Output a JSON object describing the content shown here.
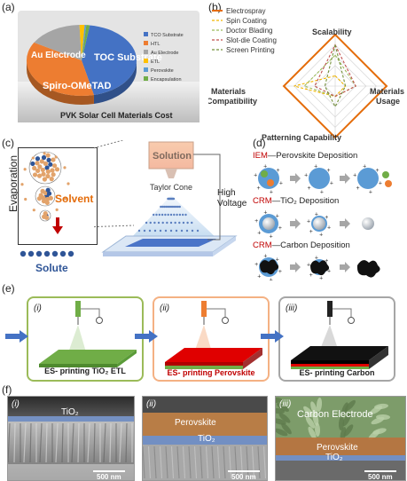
{
  "panels": {
    "a": {
      "label": "(a)",
      "chart_data": {
        "type": "pie",
        "title": "PVK Solar Cell Materials Cost",
        "slices": [
          {
            "name": "TCO Substrate",
            "value": 44,
            "color": "#4472c4"
          },
          {
            "name": "HTL",
            "value": 37,
            "color": "#ed7d31"
          },
          {
            "name": "Au Electrode",
            "value": 16,
            "color": "#a5a5a5"
          },
          {
            "name": "ETL",
            "value": 1.5,
            "color": "#ffc000"
          },
          {
            "name": "Perovskite",
            "value": 0.5,
            "color": "#5b9bd5"
          },
          {
            "name": "Encapsulation",
            "value": 1,
            "color": "#70ad47"
          }
        ],
        "slice_labels": [
          "TOC Substrate",
          "Spiro-OMeTAD",
          "Au Electrode"
        ],
        "legend": [
          "TCO Substrate",
          "HTL",
          "Au Electrode",
          "ETL",
          "Perovskite",
          "Encapsulation"
        ]
      }
    },
    "b": {
      "label": "(b)",
      "chart_data": {
        "type": "radar",
        "axes": [
          "Scalability",
          "Materials Usage",
          "Patterning Capability",
          "Materials Compatibility"
        ],
        "series": [
          {
            "name": "Electrospray",
            "values": [
              5,
              5,
              5,
              5
            ],
            "color": "#e46c0a"
          },
          {
            "name": "Spin Coating",
            "values": [
              1,
              1,
              1,
              4
            ],
            "color": "#f2b600"
          },
          {
            "name": "Doctor Blading",
            "values": [
              3,
              2,
              1,
              3
            ],
            "color": "#9bbb59"
          },
          {
            "name": "Slot-die Coating",
            "values": [
              4,
              2,
              1,
              2
            ],
            "color": "#c0504d"
          },
          {
            "name": "Screen Printing",
            "values": [
              4,
              1,
              2,
              1
            ],
            "color": "#76923c"
          }
        ]
      }
    },
    "c": {
      "label": "(c)",
      "evaporation": "Evaporation",
      "solvent": "Solvent",
      "solute": "Solute",
      "solution": "Solution",
      "taylor_cone": "Taylor Cone",
      "high_voltage": "High\nVoltage",
      "high_voltage_1": "High",
      "high_voltage_2": "Voltage"
    },
    "d": {
      "label": "(d)",
      "rows": [
        {
          "abbr": "IEM",
          "rest": "—Perovskite Deposition"
        },
        {
          "abbr": "CRM",
          "rest": "—TiO₂ Deposition"
        },
        {
          "abbr": "CRM",
          "rest": "—Carbon Deposition"
        }
      ]
    },
    "e": {
      "label": "(e)",
      "steps": [
        {
          "num": "(i)",
          "caption": "ES- printing TiO₂ ETL",
          "border": "#9bbb59"
        },
        {
          "num": "(ii)",
          "caption": "ES- printing Perovskite",
          "border": "#f4b183"
        },
        {
          "num": "(iii)",
          "caption": "ES- printing Carbon",
          "border": "#a6a6a6"
        }
      ]
    },
    "f": {
      "label": "(f)",
      "images": [
        {
          "num": "(i)",
          "layers": [
            "TiO₂"
          ],
          "scale": "500 nm"
        },
        {
          "num": "(ii)",
          "layers": [
            "Perovskite",
            "TiO₂"
          ],
          "scale": "500 nm"
        },
        {
          "num": "(iii)",
          "layers": [
            "Carbon Electrode",
            "Perovskite",
            "TiO₂"
          ],
          "scale": "500 nm"
        }
      ]
    }
  }
}
